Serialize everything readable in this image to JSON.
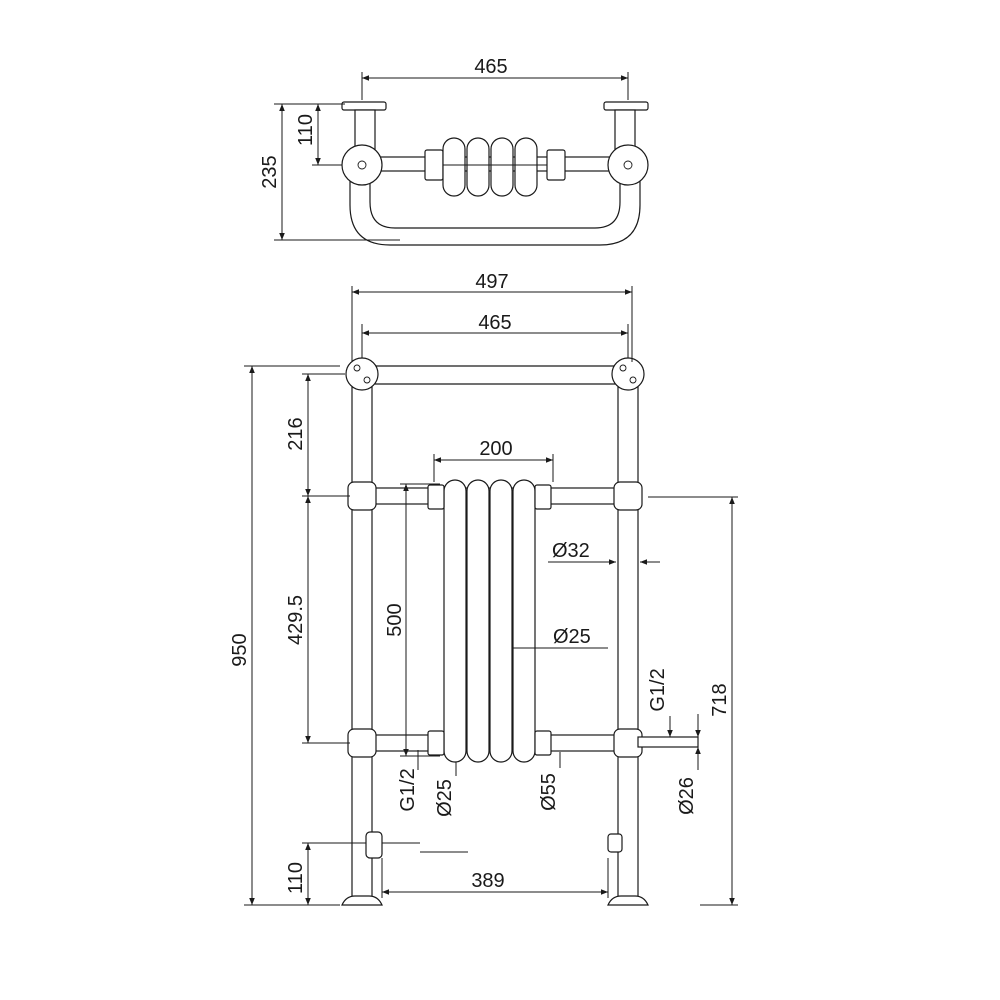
{
  "drawing": {
    "top_view": {
      "width_overall": "465",
      "depth_overall": "235",
      "depth_to_pipe": "110"
    },
    "front_view": {
      "width_outer": "497",
      "width_centres": "465",
      "rail_to_header": "216",
      "radiator_width": "200",
      "height_overall": "950",
      "header_to_header": "429.5",
      "radiator_height": "500",
      "pipe_diameter_leg": "Ø32",
      "pipe_diameter_column": "Ø25",
      "valve_thread_right": "G1/2",
      "connection_height": "718",
      "valve_thread_left": "G1/2",
      "valve_diameter_left": "Ø25",
      "nut_diameter": "Ø55",
      "tail_diameter": "Ø26",
      "bracket_height": "110",
      "bracket_spacing": "389"
    }
  }
}
